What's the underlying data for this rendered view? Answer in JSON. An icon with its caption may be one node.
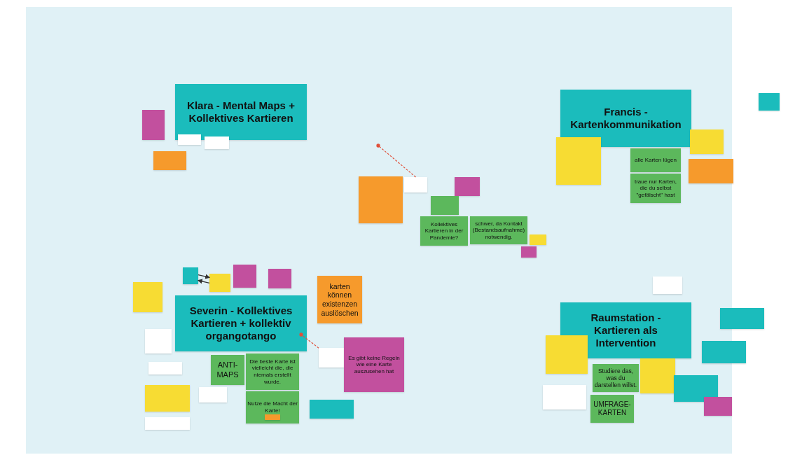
{
  "diagram": {
    "nodes": [
      {
        "text": [
          "Klara - Mental Maps + Kollektives Kartieren"
        ]
      },
      {
        "text": [],
        "shape": "box"
      },
      {
        "text": [],
        "shape": "box"
      },
      {
        "text": [],
        "shape": "box"
      },
      {
        "text": [],
        "shape": "box"
      },
      {
        "text": [
          "Francis - Kartenkommunikation"
        ]
      },
      {
        "text": [],
        "shape": "box"
      },
      {
        "text": [
          "alle Karten lügen"
        ]
      },
      {
        "text": [
          "traue nur Karten, die du selbst \"gefälscht\" hast"
        ]
      },
      {
        "text": [],
        "shape": "box"
      },
      {
        "text": [],
        "shape": "box"
      },
      {
        "text": [],
        "shape": "box"
      },
      {
        "text": [],
        "shape": "box"
      },
      {
        "text": [],
        "shape": "box"
      },
      {
        "text": [],
        "shape": "box"
      },
      {
        "text": [],
        "shape": "box"
      },
      {
        "text": [
          "Kollektives Kartieren in der Pandemie?"
        ]
      },
      {
        "text": [
          "schwer, da Kontakt (Bestandsaufnahme) notwendig."
        ]
      },
      {
        "text": [],
        "shape": "box"
      },
      {
        "text": [],
        "shape": "box"
      },
      {
        "text": [],
        "shape": "box"
      },
      {
        "text": [],
        "shape": "box"
      },
      {
        "text": [],
        "shape": "box"
      },
      {
        "text": [],
        "shape": "box"
      },
      {
        "text": [],
        "shape": "box"
      },
      {
        "text": [
          "Severin - Kollektives Kartieren + kollektiv organgotango"
        ]
      },
      {
        "text": [
          "karten können existenzen auslöschen"
        ]
      },
      {
        "text": [],
        "shape": "box"
      },
      {
        "text": [],
        "shape": "box"
      },
      {
        "text": [
          "ANTI-MAPS"
        ]
      },
      {
        "text": [
          "Die beste Karte ist vielleicht die, die niemals erstellt wurde."
        ]
      },
      {
        "text": [],
        "shape": "box"
      },
      {
        "text": [
          "Es gibt keine Regeln wie eine Karte auszusehen hat"
        ]
      },
      {
        "text": [],
        "shape": "box"
      },
      {
        "text": [],
        "shape": "box"
      },
      {
        "text": [
          "Nutze die Macht der Karte!"
        ]
      },
      {
        "text": [],
        "shape": "box",
        "in": 35
      },
      {
        "text": [],
        "shape": "box"
      },
      {
        "text": [],
        "shape": "box"
      },
      {
        "text": [],
        "shape": "box"
      },
      {
        "text": [
          "Raumstation - Kartieren als Intervention"
        ]
      },
      {
        "text": [],
        "shape": "box"
      },
      {
        "text": [],
        "shape": "box"
      },
      {
        "text": [],
        "shape": "box"
      },
      {
        "text": [
          "Studiere das, was du darstellen willst."
        ]
      },
      {
        "text": [],
        "shape": "box"
      },
      {
        "text": [],
        "shape": "box"
      },
      {
        "text": [],
        "shape": "box"
      },
      {
        "text": [
          "UMFRAGE-KARTEN"
        ]
      },
      {
        "text": [],
        "shape": "box"
      }
    ],
    "edges": [
      {
        "from": 13,
        "to": null,
        "arrow": "other",
        "style": "dashed",
        "color": "#e0503a"
      },
      {
        "from": 31,
        "to": 25,
        "arrow": "other",
        "style": "dashed",
        "color": "#e0503a"
      },
      {
        "from": 20,
        "to": 21,
        "arrow": "to",
        "color": "#333333"
      },
      {
        "from": 21,
        "to": 20,
        "arrow": "to",
        "color": "#333333"
      }
    ]
  }
}
